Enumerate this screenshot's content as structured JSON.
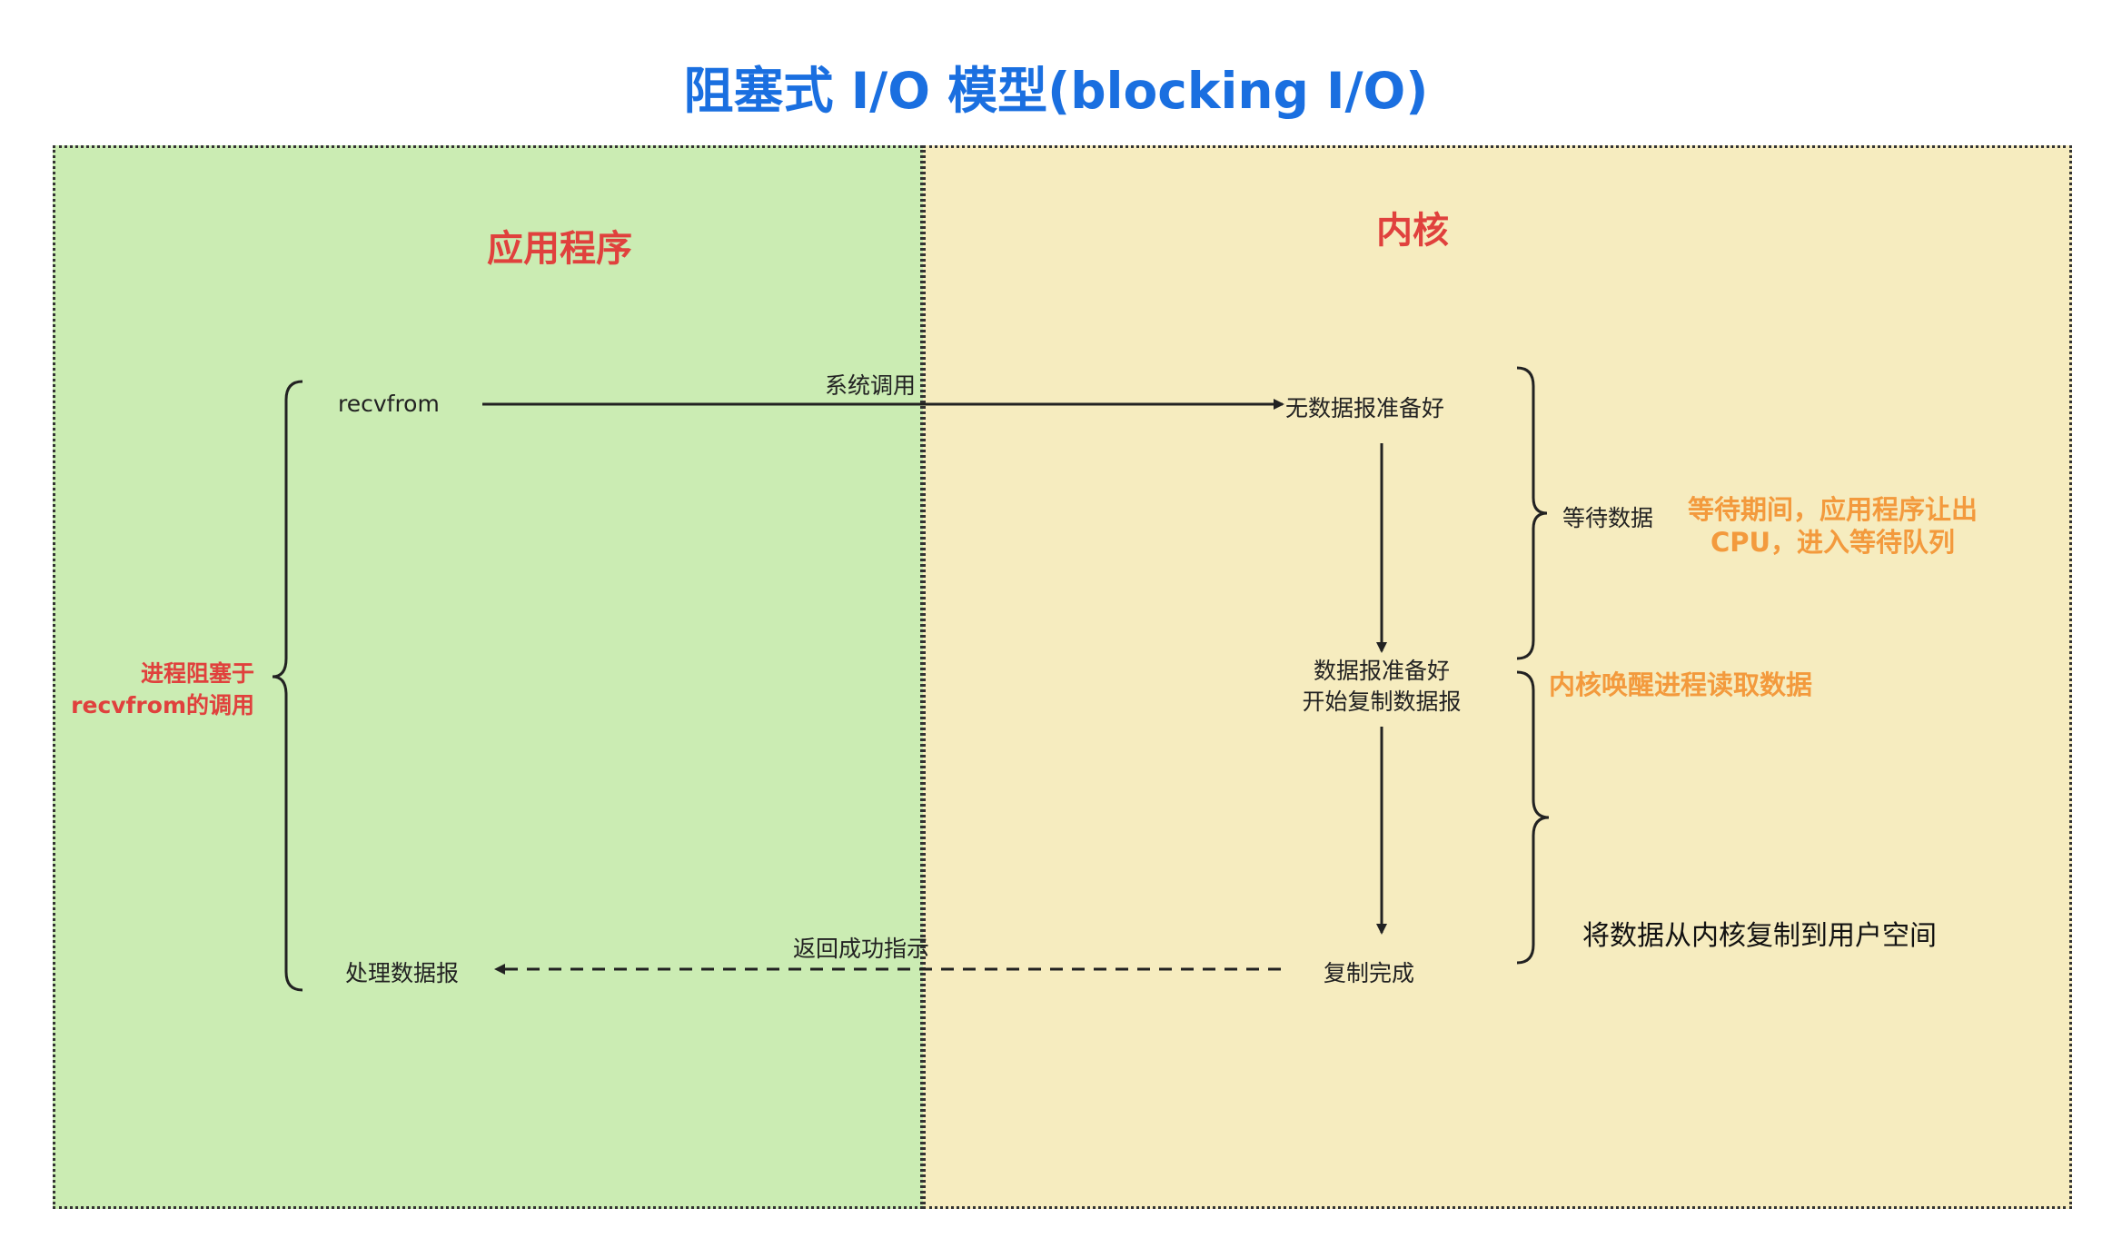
{
  "title": "阻塞式 I/O 模型(blocking I/O)",
  "regions": {
    "app": "应用程序",
    "kernel": "内核"
  },
  "app": {
    "recvfrom": "recvfrom",
    "process": "处理数据报",
    "blocked_note": [
      "进程阻塞于",
      "recvfrom的调用"
    ]
  },
  "kernel": {
    "no_data": "无数据报准备好",
    "data_ready": [
      "数据报准备好",
      "开始复制数据报"
    ],
    "copy_done": "复制完成",
    "wait_data": "等待数据",
    "copy_to_user": "将数据从内核复制到用户空间"
  },
  "edges": {
    "syscall": "系统调用",
    "return_ok": "返回成功指示"
  },
  "notes": {
    "waiting": [
      "等待期间，应用程序让出",
      "CPU，进入等待队列"
    ],
    "wake": "内核唤醒进程读取数据"
  },
  "colors": {
    "title": "#1a6fe0",
    "region_title": "#e0413d",
    "note_orange": "#f39a3d",
    "app_bg": "#cbecb3",
    "kernel_bg": "#f6ecbf"
  }
}
